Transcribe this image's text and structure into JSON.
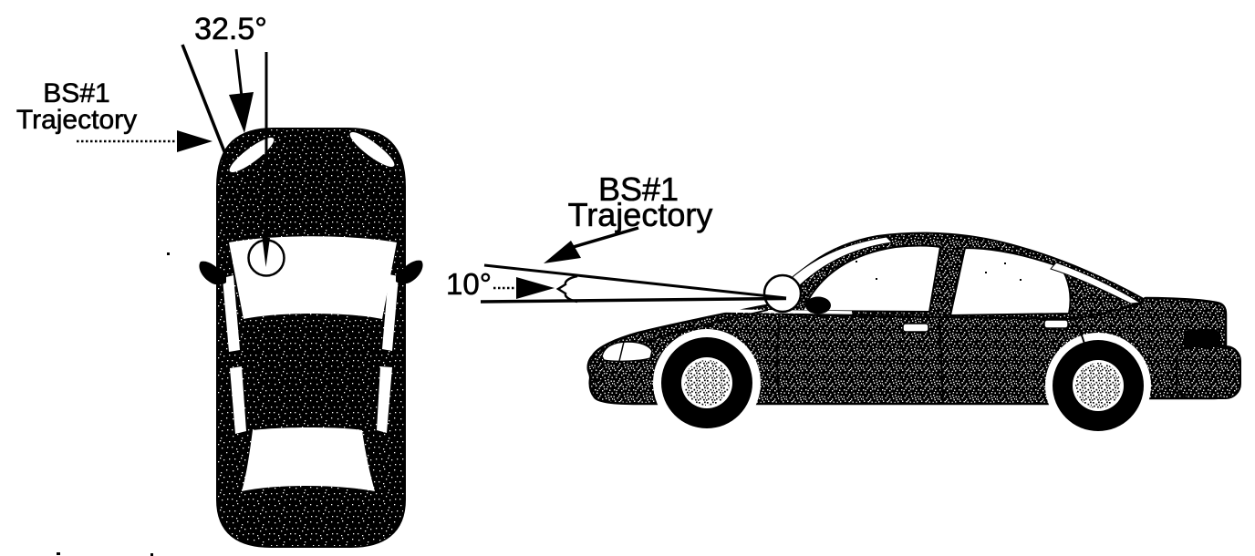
{
  "figure": {
    "background": "#ffffff",
    "ink_color": "#000000",
    "top_view": {
      "angle_label": "32.5°",
      "trajectory_label_line1": "BS#1",
      "trajectory_label_line2": "Trajectory"
    },
    "side_view": {
      "angle_label": "10°",
      "trajectory_label_line1": "BS#1",
      "trajectory_label_line2": "Trajectory"
    }
  }
}
